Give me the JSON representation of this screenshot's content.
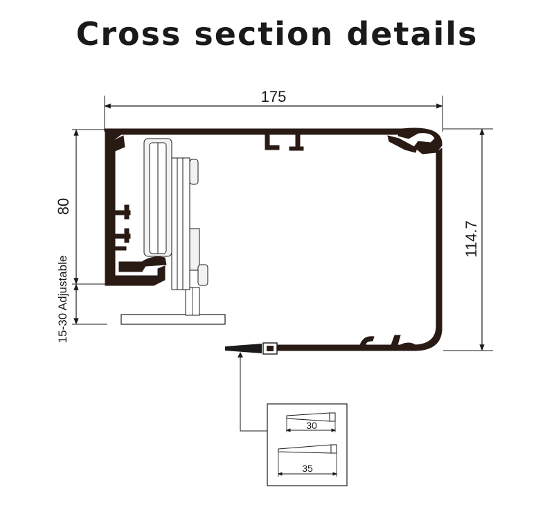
{
  "title": "Cross section details",
  "dimensions": {
    "width": "175",
    "height_top": "80",
    "height_total": "114.7",
    "adjustable": "15-30 Adjustable"
  },
  "inset": {
    "small": "30",
    "large": "35"
  },
  "colors": {
    "profile": "#2a1a14",
    "line": "#1a1a1a",
    "mechanism": "#f2f2f2"
  }
}
